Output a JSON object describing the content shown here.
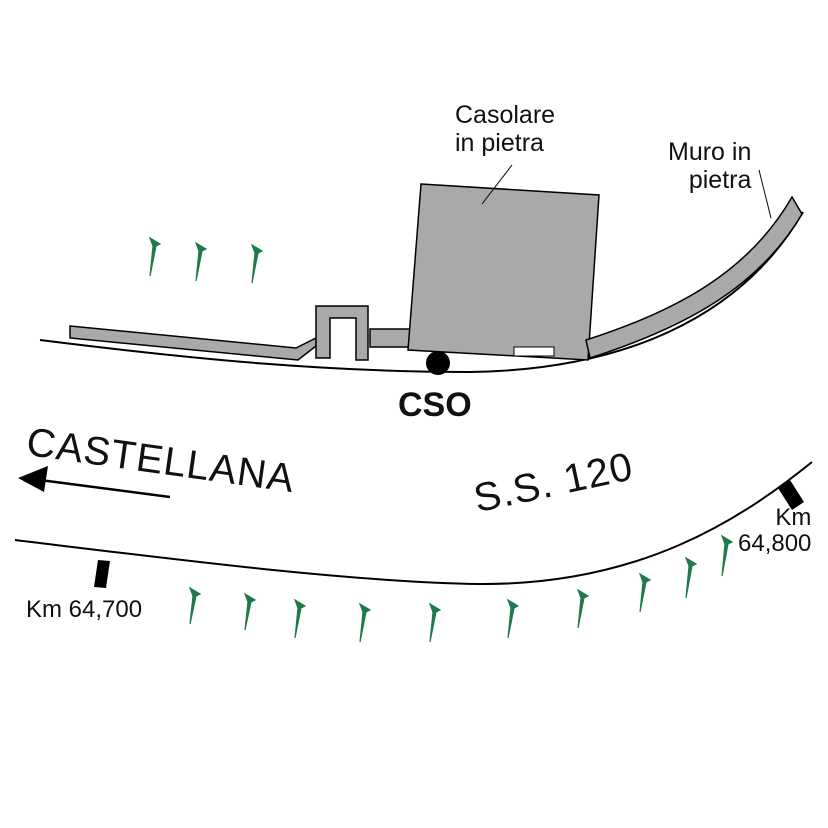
{
  "labels": {
    "house_line1": "Casolare",
    "house_line2": "in pietra",
    "wall_line1": "Muro in",
    "wall_line2": "pietra",
    "station": "CSO",
    "direction": "CASTELLANA",
    "road": "S.S. 120",
    "km_left": "Km 64,700",
    "km_right_line1": "Km",
    "km_right_line2": "64,800"
  },
  "icons": {
    "vegetation": "grass-tuft-icon",
    "station": "station-dot-icon",
    "direction": "arrow-left-icon",
    "kilometer": "km-marker-icon"
  },
  "colors": {
    "building": "#a9a9a9",
    "wall": "#a9a9a9",
    "vegetation": "#1f7a4a",
    "line": "#000000"
  }
}
